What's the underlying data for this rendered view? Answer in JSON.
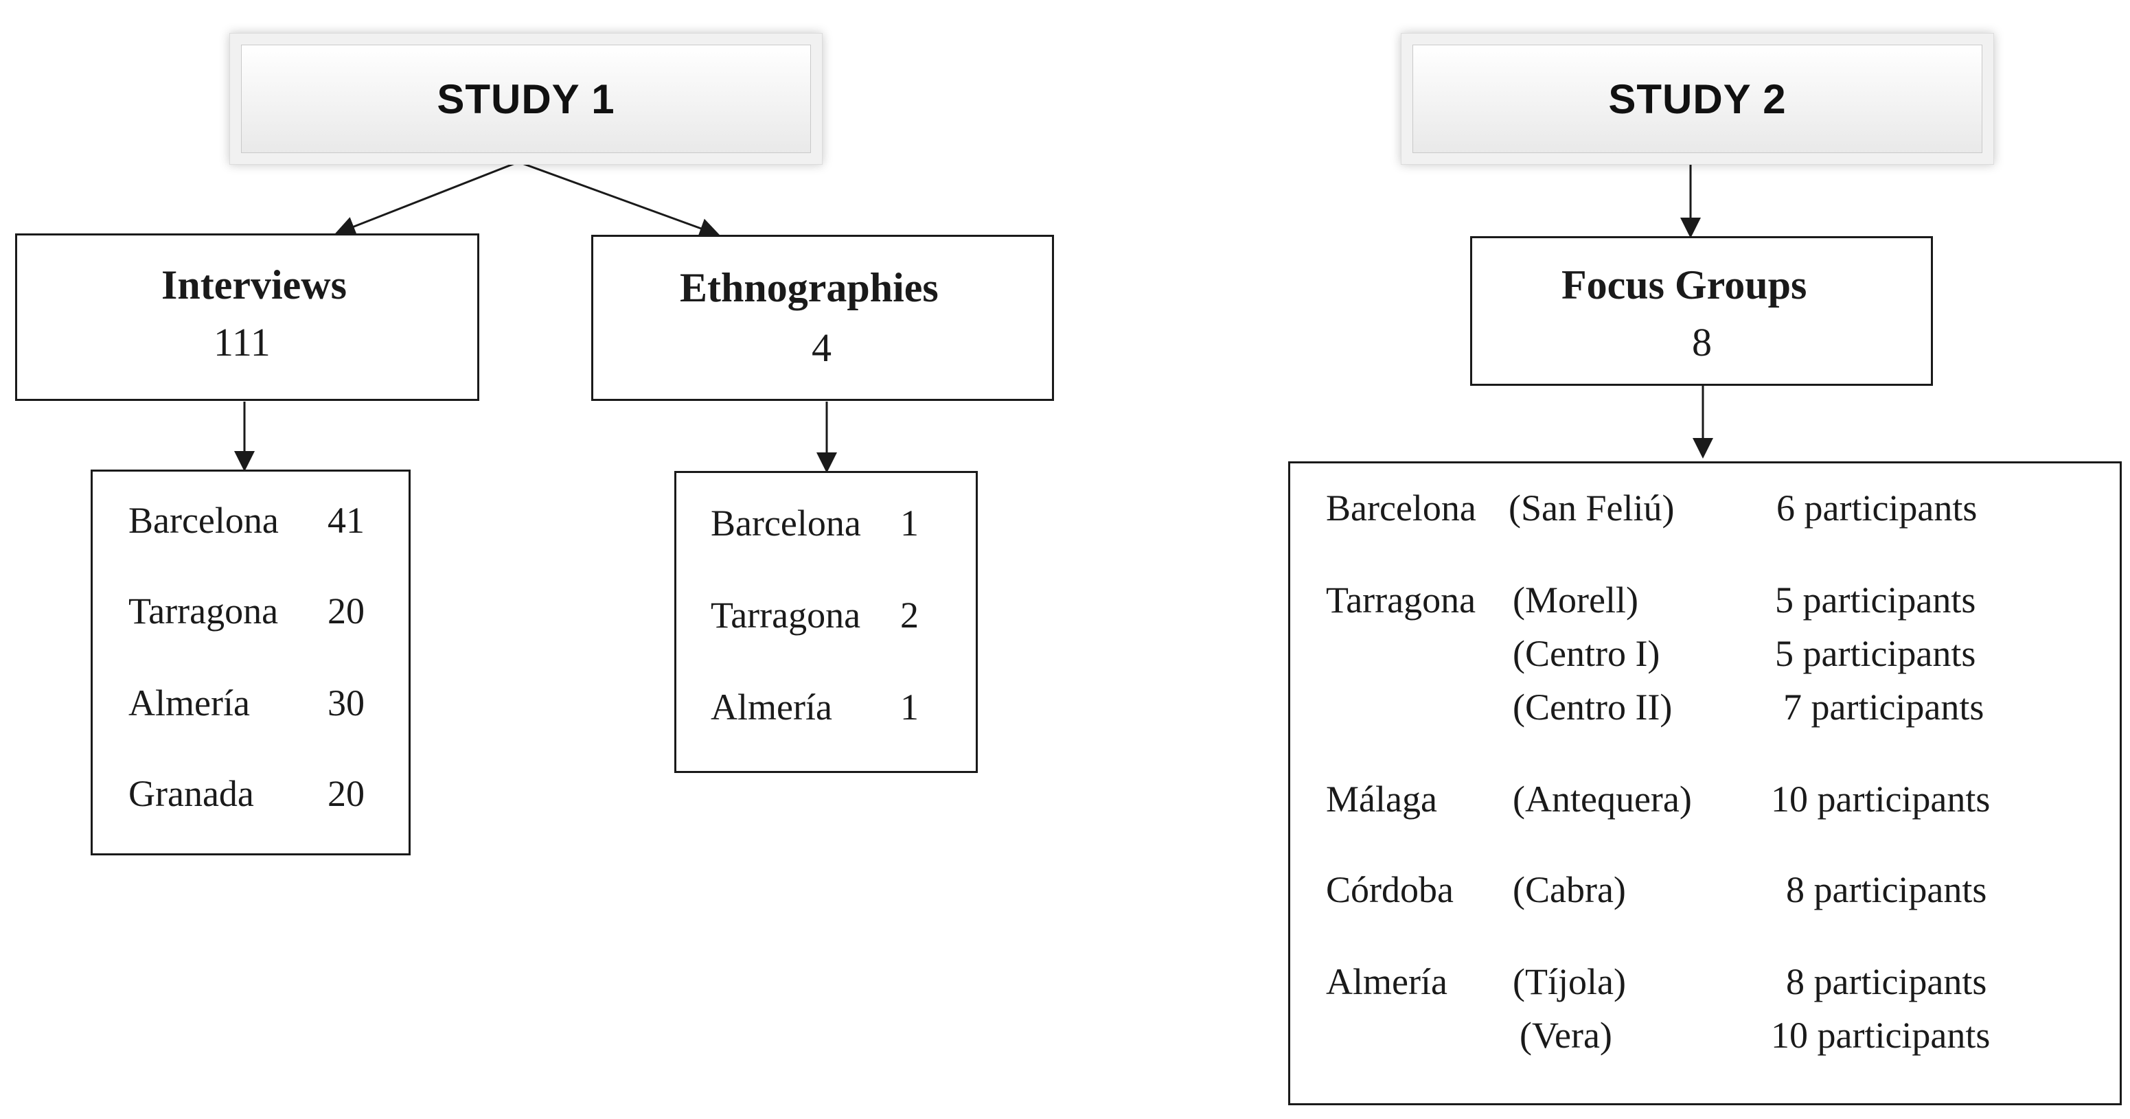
{
  "study1": {
    "title": "STUDY 1",
    "interviews": {
      "label": "Interviews",
      "count": "111",
      "rows": [
        {
          "city": "Barcelona",
          "n": "41"
        },
        {
          "city": "Tarragona",
          "n": "20"
        },
        {
          "city": "Almería",
          "n": "30"
        },
        {
          "city": "Granada",
          "n": "20"
        }
      ]
    },
    "ethnographies": {
      "label": "Ethnographies",
      "count": "4",
      "rows": [
        {
          "city": "Barcelona",
          "n": "1"
        },
        {
          "city": "Tarragona",
          "n": "2"
        },
        {
          "city": "Almería",
          "n": "1"
        }
      ]
    }
  },
  "study2": {
    "title": "STUDY 2",
    "focus_groups": {
      "label": "Focus Groups",
      "count": "8",
      "rows": [
        {
          "city": "Barcelona",
          "site": "(San Feliú)",
          "participants": "6 participants"
        },
        {
          "city": "Tarragona",
          "site": "(Morell)",
          "participants": "5  participants"
        },
        {
          "city": "",
          "site": "(Centro I)",
          "participants": "5  participants"
        },
        {
          "city": "",
          "site": "(Centro II)",
          "participants": "7  participants"
        },
        {
          "city": "Málaga",
          "site": "(Antequera)",
          "participants": "10 participants"
        },
        {
          "city": "Córdoba",
          "site": "(Cabra)",
          "participants": "8  participants"
        },
        {
          "city": "Almería",
          "site": "(Tíjola)",
          "participants": "8  participants"
        },
        {
          "city": "",
          "site": "(Vera)",
          "participants": "10  participants"
        }
      ]
    }
  }
}
